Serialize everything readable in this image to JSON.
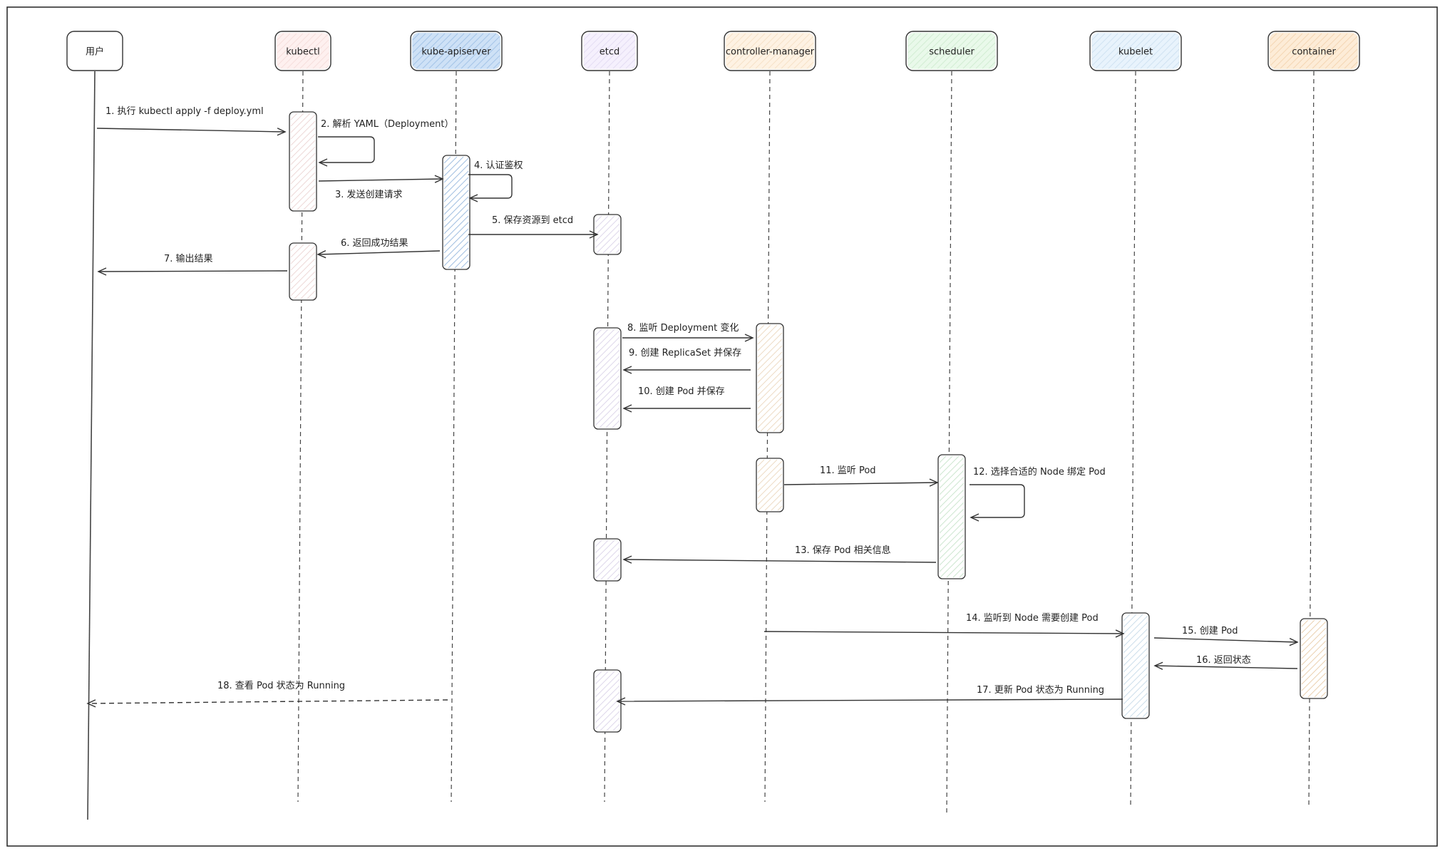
{
  "participants": [
    {
      "id": "user",
      "label": "用户",
      "color": "#ffffff"
    },
    {
      "id": "kubectl",
      "label": "kubectl",
      "color": "#fde4e2"
    },
    {
      "id": "apiserver",
      "label": "kube-apiserver",
      "color": "#a5c8ef"
    },
    {
      "id": "etcd",
      "label": "etcd",
      "color": "#ece3fb"
    },
    {
      "id": "cm",
      "label": "controller-manager",
      "color": "#fde8cc"
    },
    {
      "id": "scheduler",
      "label": "scheduler",
      "color": "#d7f4d9"
    },
    {
      "id": "kubelet",
      "label": "kubelet",
      "color": "#d6eaf9"
    },
    {
      "id": "container",
      "label": "container",
      "color": "#fbdcb6"
    }
  ],
  "messages": [
    {
      "from": "user",
      "to": "kubectl",
      "text": "1. 执行 kubectl apply -f deploy.yml"
    },
    {
      "from": "kubectl",
      "to": "kubectl",
      "text": "2. 解析 YAML（Deployment）"
    },
    {
      "from": "kubectl",
      "to": "apiserver",
      "text": "3. 发送创建请求"
    },
    {
      "from": "apiserver",
      "to": "apiserver",
      "text": "4. 认证鉴权"
    },
    {
      "from": "apiserver",
      "to": "etcd",
      "text": "5. 保存资源到 etcd"
    },
    {
      "from": "apiserver",
      "to": "kubectl",
      "text": "6. 返回成功结果"
    },
    {
      "from": "kubectl",
      "to": "user",
      "text": "7. 输出结果"
    },
    {
      "from": "etcd",
      "to": "cm",
      "text": "8. 监听 Deployment 变化"
    },
    {
      "from": "cm",
      "to": "etcd",
      "text": "9. 创建 ReplicaSet 并保存"
    },
    {
      "from": "cm",
      "to": "etcd",
      "text": "10. 创建 Pod 并保存"
    },
    {
      "from": "cm",
      "to": "scheduler",
      "text": "11. 监听 Pod"
    },
    {
      "from": "scheduler",
      "to": "scheduler",
      "text": "12. 选择合适的 Node 绑定 Pod"
    },
    {
      "from": "scheduler",
      "to": "etcd",
      "text": "13. 保存 Pod 相关信息"
    },
    {
      "from": "cm",
      "to": "kubelet",
      "text": "14. 监听到 Node 需要创建 Pod"
    },
    {
      "from": "kubelet",
      "to": "container",
      "text": "15. 创建 Pod"
    },
    {
      "from": "container",
      "to": "kubelet",
      "text": "16. 返回状态"
    },
    {
      "from": "kubelet",
      "to": "etcd",
      "text": "17. 更新 Pod 状态为 Running"
    },
    {
      "from": "apiserver",
      "to": "user",
      "text": "18. 查看 Pod 状态为 Running",
      "style": "dashed"
    }
  ]
}
